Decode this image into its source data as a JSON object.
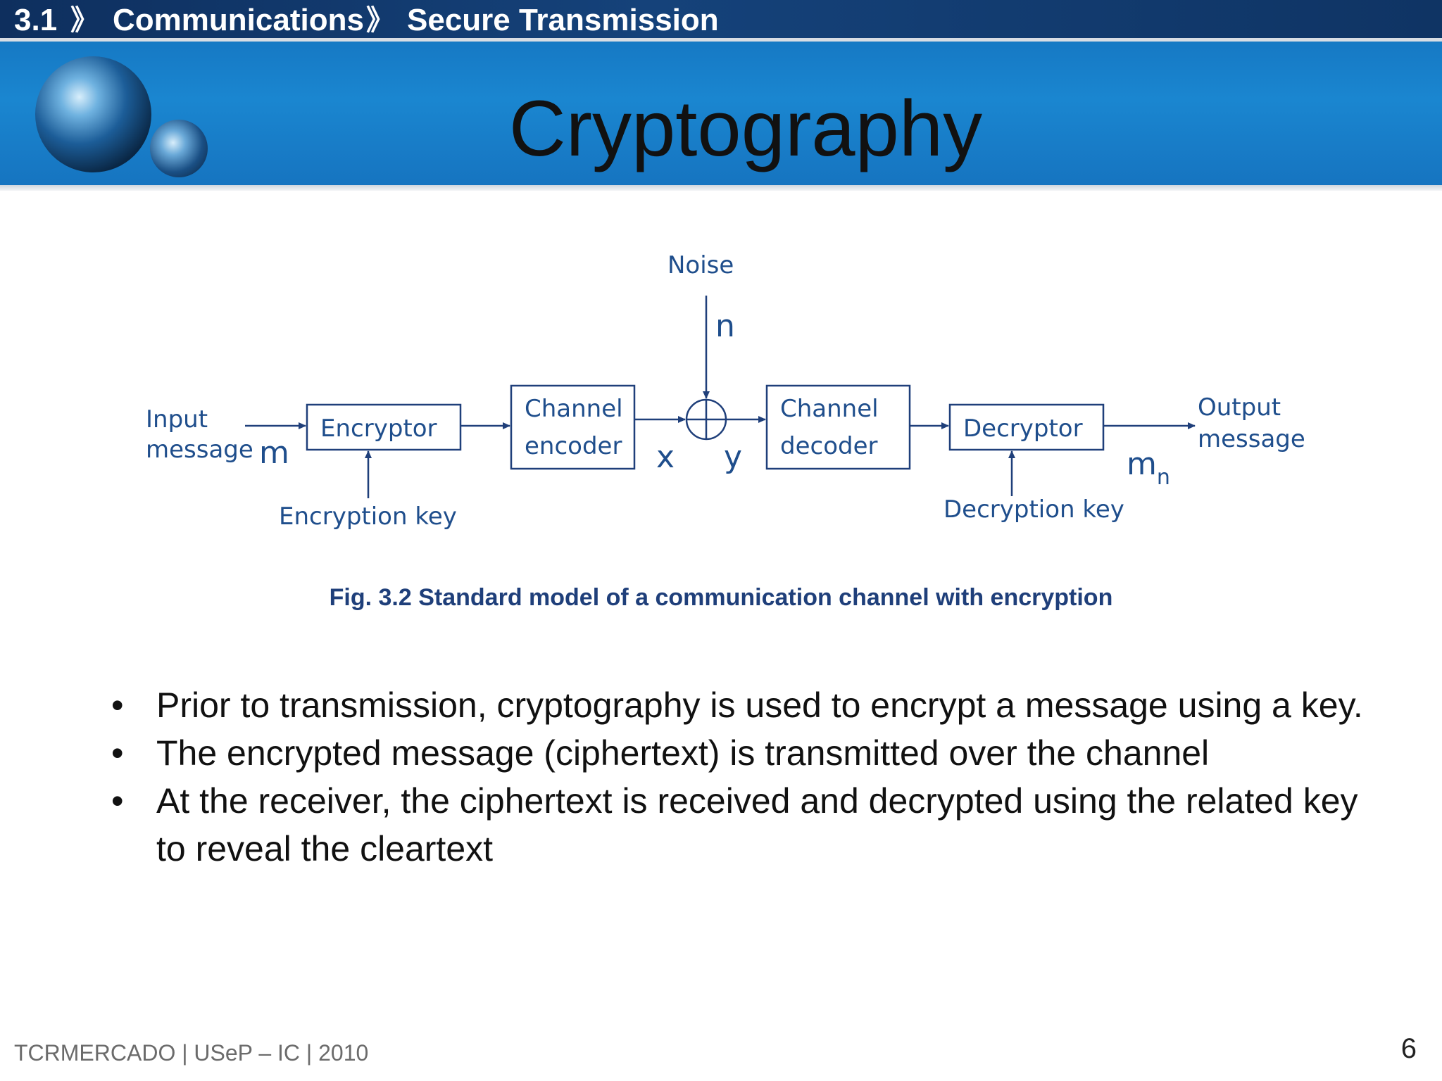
{
  "header": {
    "section": "3.1",
    "separator": "》",
    "crumb1": "Communications",
    "crumb2": "Secure Transmission",
    "title": "Cryptography"
  },
  "diagram": {
    "noise": "Noise",
    "n": "n",
    "input1": "Input",
    "input2": "message",
    "m": "m",
    "encryptor": "Encryptor",
    "encryption_key": "Encryption key",
    "enc1": "Channel",
    "enc2": "encoder",
    "x": "x",
    "y": "y",
    "dec1": "Channel",
    "dec2": "decoder",
    "decryptor": "Decryptor",
    "decryption_key": "Decryption key",
    "output1": "Output",
    "output2": "message",
    "mn_base": "m",
    "mn_sub": "n",
    "caption": "Fig. 3.2 Standard model of a communication channel with encryption",
    "line_color": "#1f3f7a",
    "text_color": "#1f4e8c"
  },
  "bullets": [
    "Prior to transmission, cryptography is used to encrypt a message using a key.",
    "The encrypted message (ciphertext) is transmitted over the channel",
    "At the receiver, the ciphertext is received and decrypted using the related key to reveal the cleartext"
  ],
  "footer": {
    "text": "TCRMERCADO | USeP – IC | 2010",
    "page": "6"
  }
}
